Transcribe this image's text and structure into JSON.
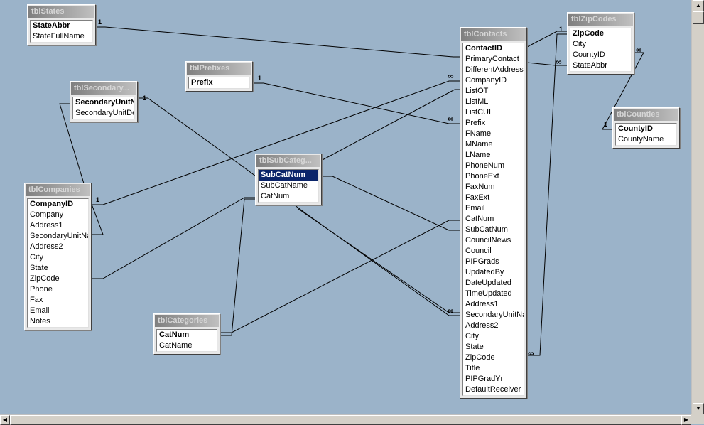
{
  "tables": [
    {
      "id": "tblStates",
      "title": "tblStates",
      "fields": [
        {
          "name": "StateAbbr",
          "key": true
        },
        {
          "name": "StateFullName"
        }
      ]
    },
    {
      "id": "tblSecondaryUnits",
      "title": "tblSecondary...",
      "fields": [
        {
          "name": "SecondaryUnitNa",
          "key": true
        },
        {
          "name": "SecondaryUnitDe"
        }
      ]
    },
    {
      "id": "tblPrefixes",
      "title": "tblPrefixes",
      "fields": [
        {
          "name": "Prefix",
          "key": true
        }
      ]
    },
    {
      "id": "tblSubCategories",
      "title": "tblSubCateg...",
      "fields": [
        {
          "name": "SubCatNum",
          "key": true,
          "selected": true
        },
        {
          "name": "SubCatName"
        },
        {
          "name": "CatNum"
        }
      ]
    },
    {
      "id": "tblCompanies",
      "title": "tblCompanies",
      "fields": [
        {
          "name": "CompanyID",
          "key": true
        },
        {
          "name": "Company"
        },
        {
          "name": "Address1"
        },
        {
          "name": "SecondaryUnitNa"
        },
        {
          "name": "Address2"
        },
        {
          "name": "City"
        },
        {
          "name": "State"
        },
        {
          "name": "ZipCode"
        },
        {
          "name": "Phone"
        },
        {
          "name": "Fax"
        },
        {
          "name": "Email"
        },
        {
          "name": "Notes"
        }
      ]
    },
    {
      "id": "tblCategories",
      "title": "tblCategories",
      "fields": [
        {
          "name": "CatNum",
          "key": true
        },
        {
          "name": "CatName"
        }
      ]
    },
    {
      "id": "tblContacts",
      "title": "tblContacts",
      "fields": [
        {
          "name": "ContactID",
          "key": true
        },
        {
          "name": "PrimaryContact"
        },
        {
          "name": "DifferentAddress"
        },
        {
          "name": "CompanyID"
        },
        {
          "name": "ListOT"
        },
        {
          "name": "ListML"
        },
        {
          "name": "ListCUI"
        },
        {
          "name": "Prefix"
        },
        {
          "name": "FName"
        },
        {
          "name": "MName"
        },
        {
          "name": "LName"
        },
        {
          "name": "PhoneNum"
        },
        {
          "name": "PhoneExt"
        },
        {
          "name": "FaxNum"
        },
        {
          "name": "FaxExt"
        },
        {
          "name": "Email"
        },
        {
          "name": "CatNum"
        },
        {
          "name": "SubCatNum"
        },
        {
          "name": "CouncilNews"
        },
        {
          "name": "Council"
        },
        {
          "name": "PIPGrads"
        },
        {
          "name": "UpdatedBy"
        },
        {
          "name": "DateUpdated"
        },
        {
          "name": "TimeUpdated"
        },
        {
          "name": "Address1"
        },
        {
          "name": "SecondaryUnitNa"
        },
        {
          "name": "Address2"
        },
        {
          "name": "City"
        },
        {
          "name": "State"
        },
        {
          "name": "ZipCode"
        },
        {
          "name": "Title"
        },
        {
          "name": "PIPGradYr"
        },
        {
          "name": "DefaultReceiver"
        }
      ]
    },
    {
      "id": "tblZipCodes",
      "title": "tblZipCodes",
      "fields": [
        {
          "name": "ZipCode",
          "key": true
        },
        {
          "name": "City"
        },
        {
          "name": "CountyID"
        },
        {
          "name": "StateAbbr"
        }
      ]
    },
    {
      "id": "tblCounties",
      "title": "tblCounties",
      "fields": [
        {
          "name": "CountyID",
          "key": true
        },
        {
          "name": "CountyName"
        }
      ]
    }
  ],
  "cardinality": {
    "one": "1",
    "many": "∞"
  },
  "scrollbars": {
    "up": "▲",
    "down": "▼",
    "left": "◀",
    "right": "▶"
  },
  "colors": {
    "canvas": "#9bb3c9",
    "title_bar": "#808080",
    "selection": "#0a246a",
    "line": "#000000"
  }
}
